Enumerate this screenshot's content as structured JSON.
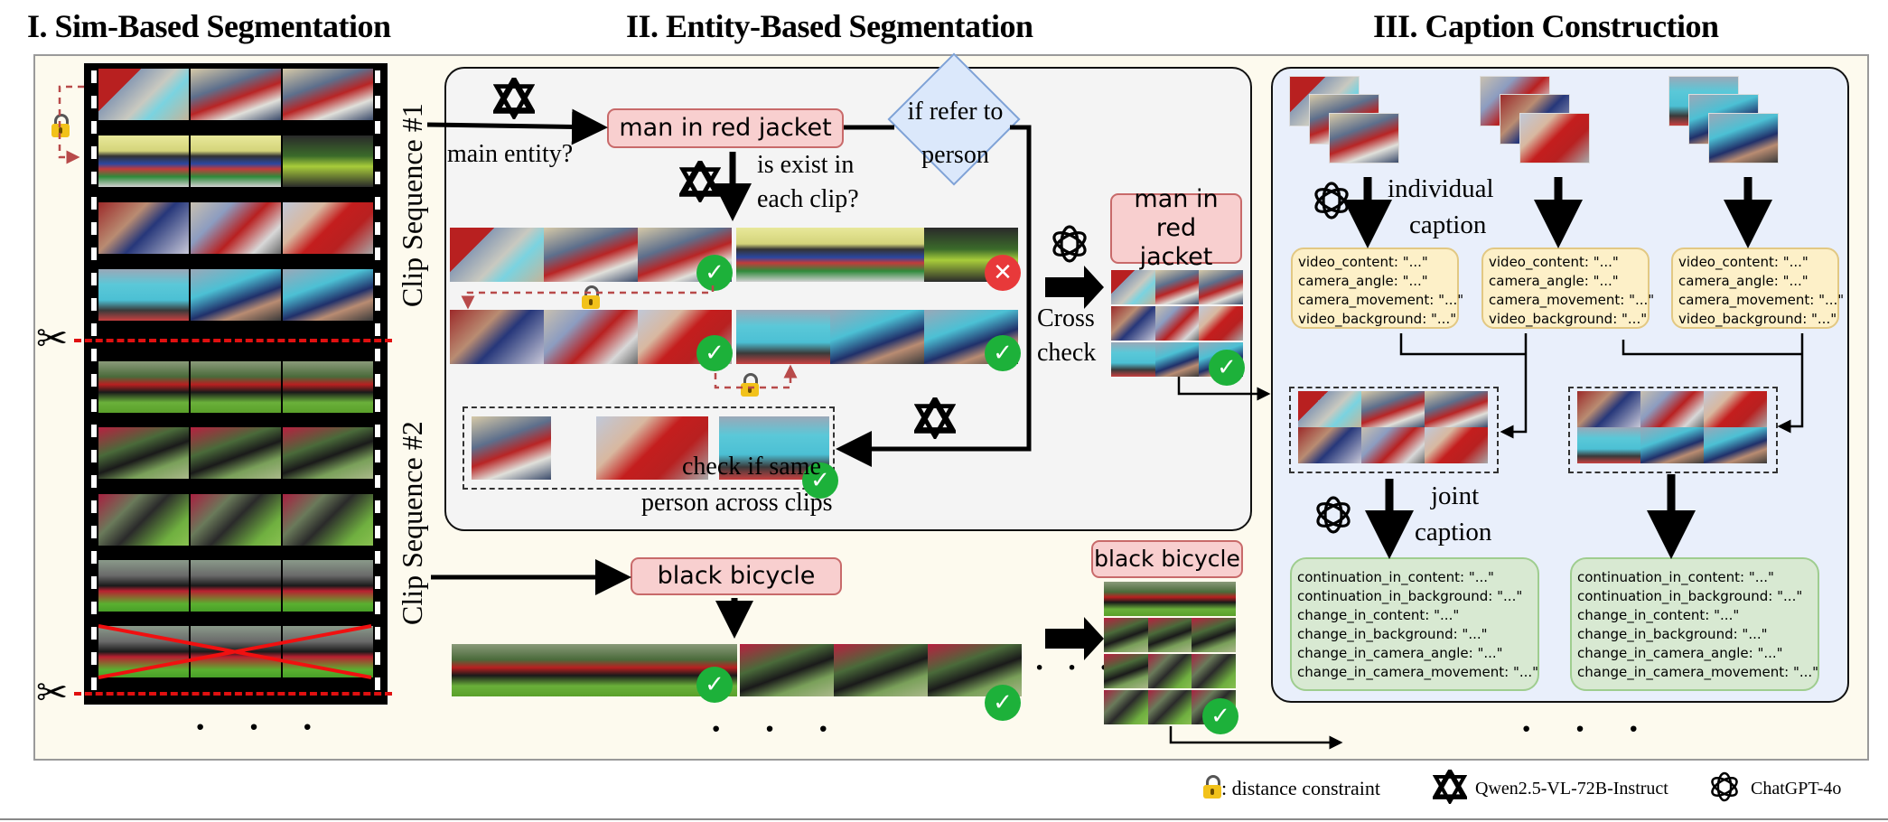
{
  "sections": {
    "sim": {
      "title": "I. Sim-Based Segmentation"
    },
    "entity": {
      "title": "II. Entity-Based Segmentation"
    },
    "caption": {
      "title": "III. Caption Construction"
    }
  },
  "film": {
    "sequence_1_label": "Clip Sequence #1",
    "sequence_2_label": "Clip Sequence #2",
    "more": "· · ·",
    "rows_seq1": [
      [
        "t-store",
        "t-store2",
        "t-store2"
      ],
      [
        "t-shelf",
        "t-shelf",
        "t-bottle"
      ],
      [
        "t-hand",
        "t-aisle",
        "t-face"
      ],
      [
        "t-cup",
        "t-cup2",
        "t-cup2"
      ]
    ],
    "rows_seq2": [
      [
        "t-bike",
        "t-bike",
        "t-bike"
      ],
      [
        "t-bike2",
        "t-bike2",
        "t-bike2"
      ],
      [
        "t-bike3",
        "t-bike3",
        "t-bike3"
      ],
      [
        "t-bike4",
        "t-bike4",
        "t-bike4"
      ],
      [
        "t-bike4",
        "t-bike4",
        "t-bike4"
      ]
    ],
    "discarded_row": "last row of sequence #2 crossed out"
  },
  "entity": {
    "main_entity_question": "main entity?",
    "entity_1": "man in red jacket",
    "decision": "if refer to person",
    "decision_line1": "if refer to",
    "decision_line2": "person",
    "exist_question_line1": "is exist in",
    "exist_question_line2": "each clip?",
    "same_person_line1": "check if same",
    "same_person_line2": "person across clips",
    "cross_check_line1": "Cross",
    "cross_check_line2": "check",
    "entity_1_result_line1": "man in red",
    "entity_1_result_line2": "jacket",
    "entity_2": "black bicycle",
    "entity_2_result": "black bicycle",
    "more": "· · ·",
    "clip_checks": [
      {
        "clip": "clip 1",
        "status": "pass"
      },
      {
        "clip": "clip 2",
        "status": "fail"
      },
      {
        "clip": "clip 3",
        "status": "pass"
      },
      {
        "clip": "clip 4",
        "status": "pass"
      }
    ],
    "bicycle_checks": [
      {
        "clip": "clip 1",
        "status": "pass"
      },
      {
        "clip": "clip 2",
        "status": "pass"
      }
    ]
  },
  "caption": {
    "individual_line1": "individual",
    "individual_line2": "caption",
    "joint_line1": "joint",
    "joint_line2": "caption",
    "individual_fields": [
      "video_content: \"...\"",
      "camera_angle: \"...\"",
      "camera_movement: \"...\"",
      "video_background: \"...\""
    ],
    "joint_fields": [
      "continuation_in_content: \"...\"",
      "continuation_in_background: \"...\"",
      "change_in_content: \"...\"",
      "change_in_background: \"...\"",
      "change_in_camera_angle: \"...\"",
      "change_in_camera_movement: \"...\""
    ],
    "more": "· · ·"
  },
  "legend": {
    "lock": ": distance constraint",
    "qwen": "Qwen2.5-VL-72B-Instruct",
    "gpt": "ChatGPT-4o"
  },
  "colors": {
    "entity_fill": "#f8cfcf",
    "decision_fill": "#dbe8fb",
    "individual_caption_fill": "#fdf0c8",
    "joint_caption_fill": "#d8e9d2",
    "check": "#1db13a",
    "cross": "#e8393a",
    "cut_line": "#e01010",
    "constraint_line": "#b84a4a"
  }
}
